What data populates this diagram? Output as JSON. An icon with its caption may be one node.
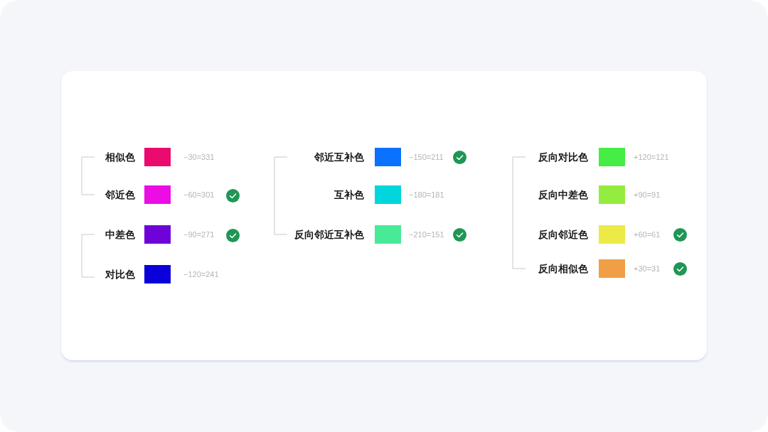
{
  "diagram": {
    "labels": [
      "−30=331",
      "−60=301",
      "−90=271",
      "−120=241",
      "−150=211",
      "−180=181",
      "−210=151",
      "+120=121",
      "+90=91",
      "+60=61",
      "+30=31"
    ],
    "legend": [
      {
        "text": "相似色",
        "color": "#eb0a6e"
      },
      {
        "text": "邻近色",
        "color": "#ec0ce4"
      },
      {
        "text": "中差色",
        "color": "#6f02d9"
      },
      {
        "text": "对比色",
        "color": "#0a00d9"
      },
      {
        "text": "邻近互补色",
        "color": "#0a72ff"
      },
      {
        "text": "互补色",
        "color": "#00d6db"
      },
      {
        "text": "反向邻近互补色",
        "color": "#48ea98"
      },
      {
        "text": "反向对比色",
        "color": "#45ed45"
      },
      {
        "text": "反向中差色",
        "color": "#95ec40"
      },
      {
        "text": "反向邻近色",
        "color": "#ecea47"
      },
      {
        "text": "反向相似色",
        "color": "#f09f46"
      }
    ]
  }
}
